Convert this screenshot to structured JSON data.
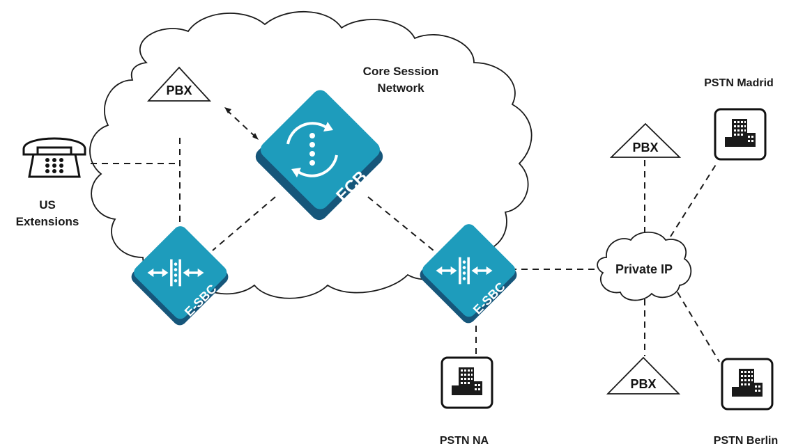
{
  "labels": {
    "core_line1": "Core Session",
    "core_line2": "Network",
    "pstn_madrid": "PSTN Madrid",
    "us_line1": "US",
    "us_line2": "Extensions",
    "private_ip": "Private IP",
    "pstn_na": "PSTN NA",
    "pstn_berlin": "PSTN Berlin"
  },
  "pbx": {
    "top_left": "PBX",
    "right_top": "PBX",
    "right_bottom": "PBX"
  },
  "devices": {
    "ecb": "ECB",
    "esbc_left": "E-SBC",
    "esbc_right": "E-SBC"
  },
  "colors": {
    "device_light": "#1e9cbc",
    "device_dark": "#16567a",
    "line": "#1a1a1a"
  },
  "icons": {
    "phone": "telephone-icon",
    "building": "building-icon",
    "ecb": "routing-cycle-icon",
    "esbc": "border-controller-icon"
  }
}
